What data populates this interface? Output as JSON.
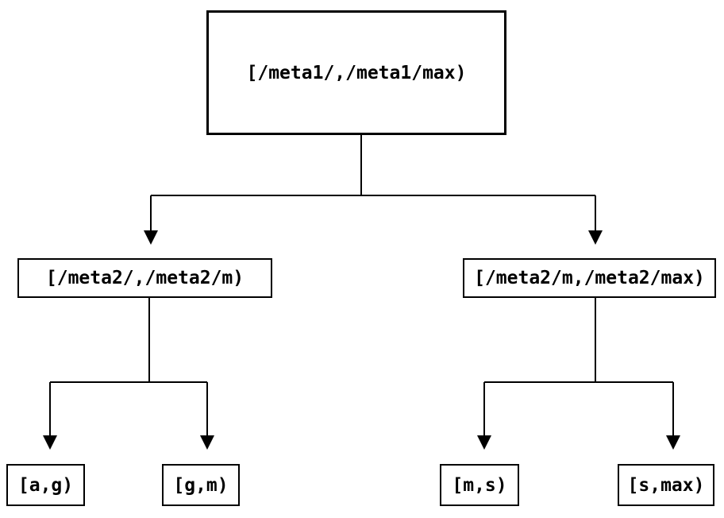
{
  "diagram": {
    "type": "tree",
    "background_color": "#ffffff",
    "line_color": "#000000",
    "box_border_color": "#000000",
    "text_color": "#000000",
    "nodes": {
      "root": {
        "label": "[/meta1/,/meta1/max)"
      },
      "left": {
        "label": "[/meta2/,/meta2/m)"
      },
      "right": {
        "label": "[/meta2/m,/meta2/max)"
      },
      "leaf_ag": {
        "label": "[a,g)"
      },
      "leaf_gm": {
        "label": "[g,m)"
      },
      "leaf_ms": {
        "label": "[m,s)"
      },
      "leaf_smax": {
        "label": "[s,max)"
      }
    },
    "edges": [
      {
        "from": "root",
        "to": "left"
      },
      {
        "from": "root",
        "to": "right"
      },
      {
        "from": "left",
        "to": "leaf_ag"
      },
      {
        "from": "left",
        "to": "leaf_gm"
      },
      {
        "from": "right",
        "to": "leaf_ms"
      },
      {
        "from": "right",
        "to": "leaf_smax"
      }
    ]
  }
}
